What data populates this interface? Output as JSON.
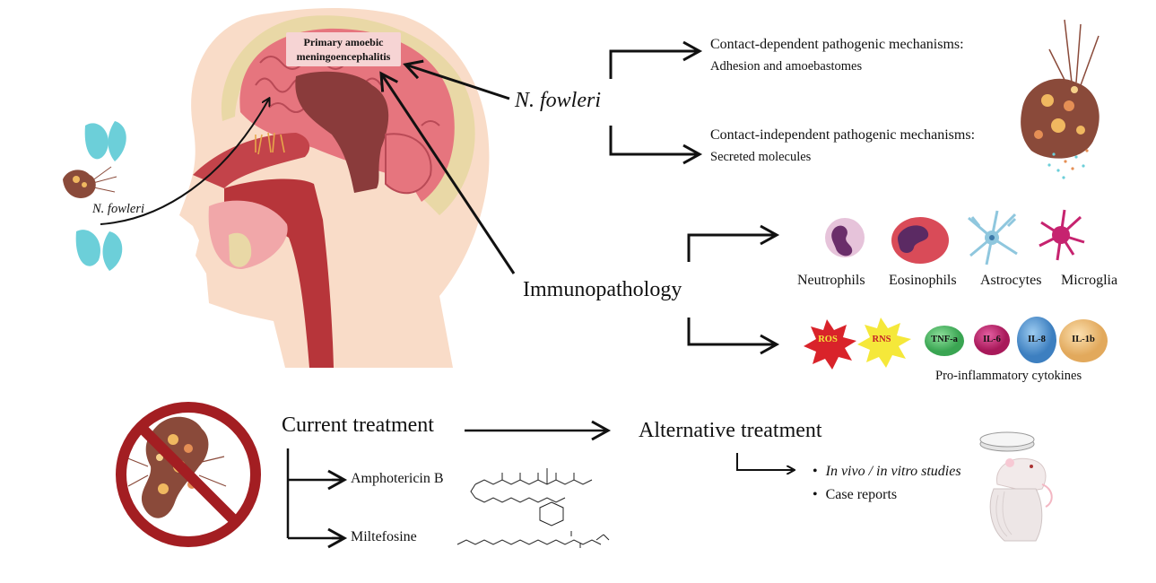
{
  "head": {
    "disease_label": "Primary amoebic meningoencephalitis",
    "entry_label": "N. fowleri"
  },
  "pathogen": {
    "label": "N. fowleri",
    "contact_dependent": {
      "title": "Contact-dependent pathogenic mechanisms:",
      "detail": "Adhesion and amoebastomes"
    },
    "contact_independent": {
      "title": "Contact-independent pathogenic mechanisms:",
      "detail": "Secreted molecules"
    }
  },
  "immunopathology": {
    "label": "Immunopathology",
    "cells": [
      "Neutrophils",
      "Eosinophils",
      "Astrocytes",
      "Microglia"
    ],
    "reactive_species": [
      "ROS",
      "RNS"
    ],
    "cytokines": [
      "TNF-a",
      "IL-6",
      "IL-8",
      "IL-1b"
    ],
    "cytokines_caption": "Pro-inflammatory cytokines"
  },
  "treatment": {
    "current": "Current treatment",
    "drugs": [
      "Amphotericin B",
      "Miltefosine"
    ],
    "alternative": "Alternative treatment",
    "alternative_items": [
      "In vivo / in vitro studies",
      "Case reports"
    ]
  },
  "colors": {
    "skin": "#f9dcc8",
    "brain": "#e6757e",
    "brain_dark": "#8a3b3b",
    "airway": "#b7353a",
    "water": "#6ccfd9",
    "amoeba": "#8a4a3a",
    "ban_sign": "#a31e22",
    "ros": "#d9232a",
    "rns": "#f5e83a",
    "tnf": "#4dbd66",
    "il6": "#c6236f",
    "il8": "#4f95d0",
    "il1b": "#eec07b"
  }
}
